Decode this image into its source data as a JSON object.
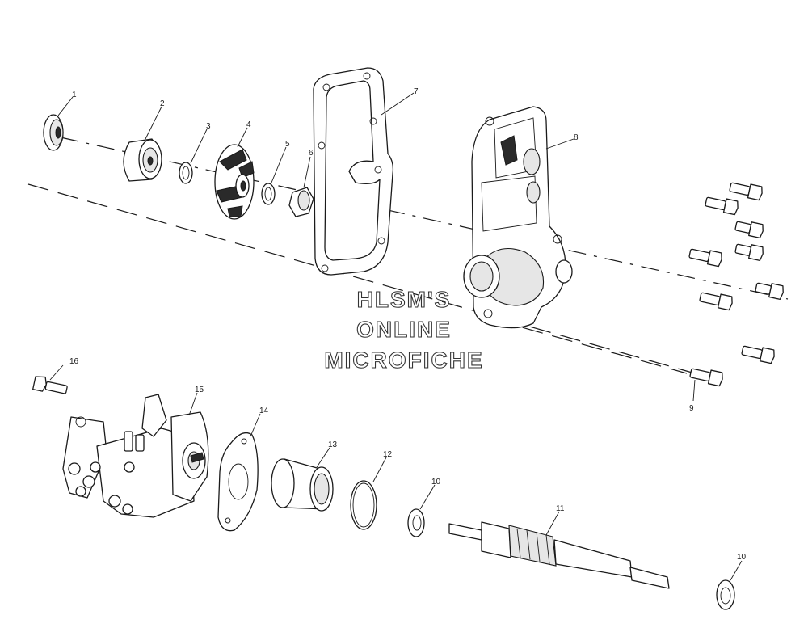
{
  "callouts": {
    "p1": "1",
    "p2": "2",
    "p3": "3",
    "p4": "4",
    "p5": "5",
    "p6": "6",
    "p7": "7",
    "p8": "8",
    "p9": "9",
    "p10a": "10",
    "p10b": "10",
    "p11": "11",
    "p12": "12",
    "p13": "13",
    "p14": "14",
    "p15": "15",
    "p16": "16"
  },
  "watermark": {
    "line1": "HLSM'S",
    "line2": "ONLINE",
    "line3": "MICROFICHE"
  }
}
